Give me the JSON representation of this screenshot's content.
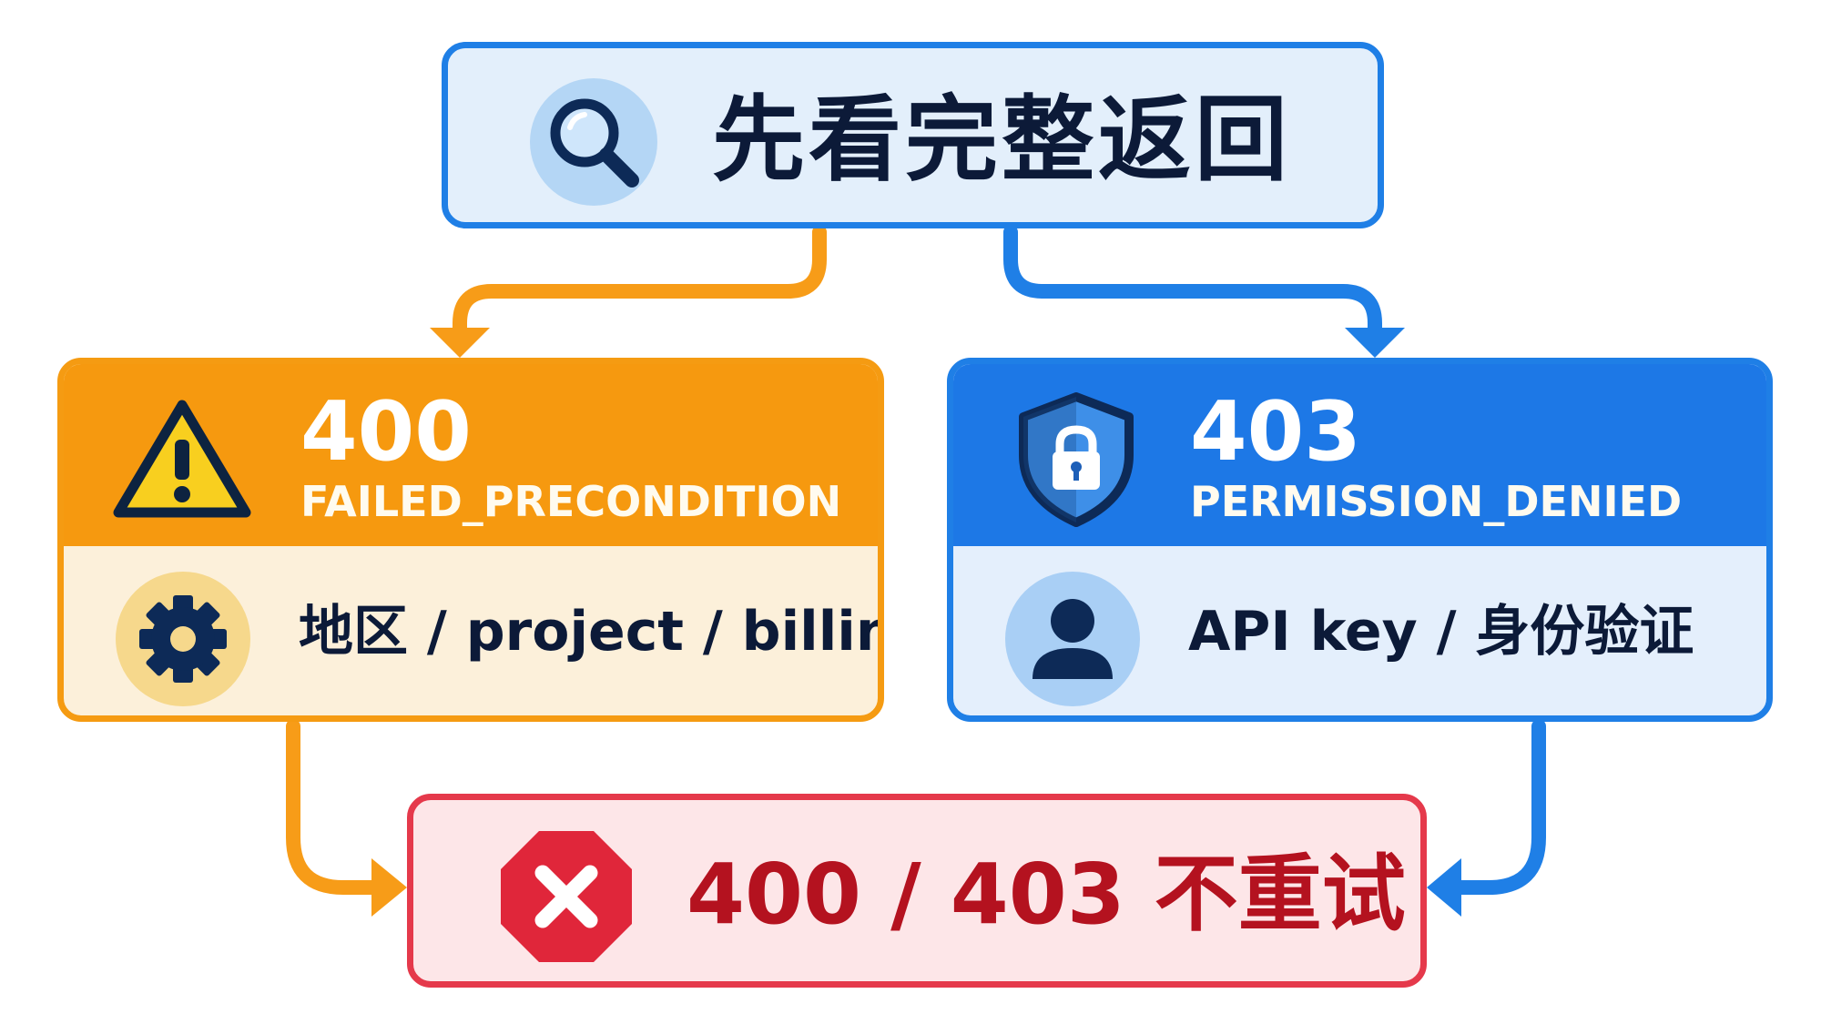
{
  "top": {
    "title": "先看完整返回",
    "icon": "search-icon"
  },
  "branches": [
    {
      "code": "400",
      "status": "FAILED_PRECONDITION",
      "detail": "地区 / project / billing",
      "head_icon": "warning-icon",
      "body_icon": "gear-icon",
      "color": "#f6990f"
    },
    {
      "code": "403",
      "status": "PERMISSION_DENIED",
      "detail": "API key / 身份验证",
      "head_icon": "shield-lock-icon",
      "body_icon": "user-icon",
      "color": "#1d78e6"
    }
  ],
  "bottom": {
    "title": "400 / 403 不重试",
    "icon": "stop-x-icon",
    "color": "#e5394b"
  },
  "colors": {
    "top_border": "#1f7fe6",
    "orange": "#f6990f",
    "blue": "#1d78e6",
    "red": "#e5394b",
    "text_dark": "#0c1a38",
    "text_red": "#b4121f"
  }
}
